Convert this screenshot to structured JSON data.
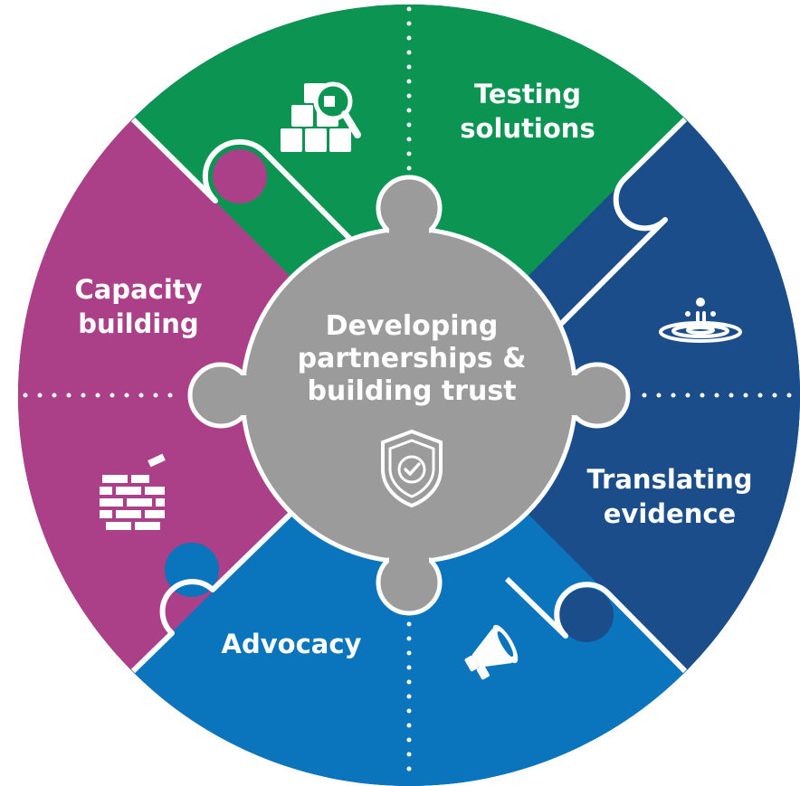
{
  "center": {
    "title_lines": [
      "Developing",
      "partnerships &",
      "building trust"
    ],
    "icon": "shield-check-icon",
    "color": "#9b9b9b"
  },
  "segments": [
    {
      "id": "testing-solutions",
      "lines": [
        "Testing",
        "solutions"
      ],
      "icon": "boxes-magnifier-icon",
      "color": "#0b9452"
    },
    {
      "id": "translating-evidence",
      "lines": [
        "Translating",
        "evidence"
      ],
      "icon": "water-ripple-icon",
      "color": "#1b4d8a"
    },
    {
      "id": "advocacy",
      "lines": [
        "Advocacy"
      ],
      "icon": "megaphone-icon",
      "color": "#0a75bc"
    },
    {
      "id": "capacity-building",
      "lines": [
        "Capacity",
        "building"
      ],
      "icon": "brick-wall-icon",
      "color": "#ab4089"
    }
  ]
}
